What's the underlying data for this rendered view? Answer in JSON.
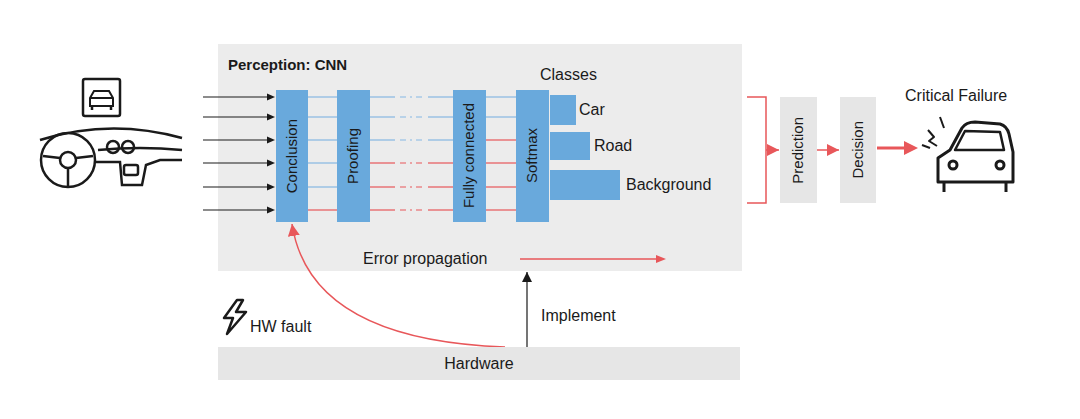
{
  "diagram": {
    "nodes": [
      {
        "text": [
          "Perception: CNN"
        ]
      },
      {
        "text": [
          "Conclusion"
        ],
        "in": 0
      },
      {
        "text": [
          "Proofing"
        ],
        "in": 0
      },
      {
        "text": [
          "Fully connected"
        ],
        "in": 0
      },
      {
        "text": [
          "Softmax"
        ],
        "in": 0
      },
      {
        "text": [
          "Prediction"
        ]
      },
      {
        "text": [
          "Decision"
        ]
      },
      {
        "text": [
          "Hardware"
        ]
      }
    ],
    "edges": [
      {
        "from": 1,
        "to": 2,
        "arrow": "none"
      },
      {
        "from": 2,
        "to": 3,
        "arrow": "none"
      },
      {
        "from": 3,
        "to": 4,
        "arrow": "none"
      },
      {
        "from": 0,
        "to": 5,
        "arrow": "to"
      },
      {
        "from": 5,
        "to": 6,
        "arrow": "to"
      },
      {
        "from": 7,
        "to": 0,
        "label": "Implement",
        "arrow": "to"
      },
      {
        "from": 7,
        "to": 1,
        "arrow": "to"
      }
    ],
    "labels": [
      "Classes",
      "Car",
      "Road",
      "Background",
      "Error propagation",
      "HW fault",
      "Critical Failure"
    ]
  }
}
